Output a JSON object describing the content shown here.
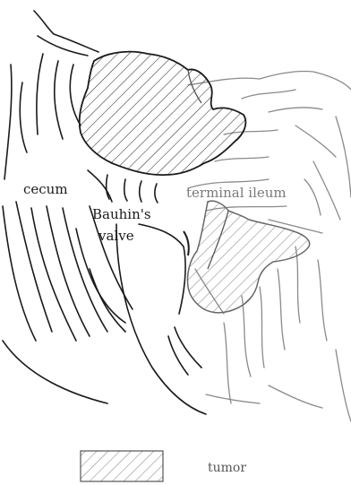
{
  "labels": {
    "cecum": "cecum",
    "bauhin_line1": "Bauhin's",
    "bauhin_line2": "valve",
    "terminal_ileum": "terminal ileum"
  },
  "legend": {
    "tumor_label": "tumor"
  },
  "colors": {
    "ink_dark": "#1a1a1a",
    "ink_light": "#8a8a8a",
    "hatch": "#333333",
    "background": "#ffffff"
  }
}
